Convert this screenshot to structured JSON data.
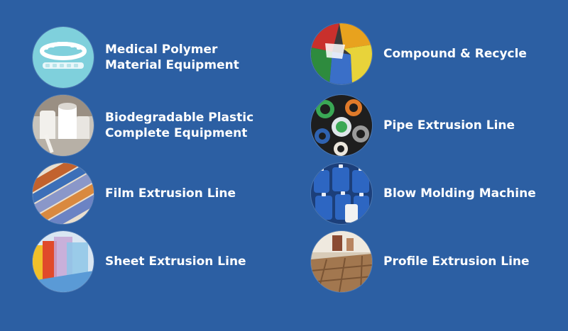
{
  "products": [
    {
      "lines": [
        "Medical Polymer",
        "Material Equipment"
      ],
      "icon": "medical-polymer-icon"
    },
    {
      "lines": [
        "Biodegradable Plastic",
        "Complete Equipment"
      ],
      "icon": "biodegradable-plastic-icon"
    },
    {
      "lines": [
        "Film Extrusion Line"
      ],
      "icon": "film-extrusion-icon"
    },
    {
      "lines": [
        "Sheet Extrusion Line"
      ],
      "icon": "sheet-extrusion-icon"
    },
    {
      "lines": [
        "Compound & Recycle"
      ],
      "icon": "compound-recycle-icon"
    },
    {
      "lines": [
        "Pipe Extrusion Line"
      ],
      "icon": "pipe-extrusion-icon"
    },
    {
      "lines": [
        "Blow Molding Machine"
      ],
      "icon": "blow-molding-icon"
    },
    {
      "lines": [
        "Profile Extrusion Line"
      ],
      "icon": "profile-extrusion-icon"
    }
  ],
  "colors": {
    "background": "#2c5fa3",
    "text": "#ffffff"
  }
}
